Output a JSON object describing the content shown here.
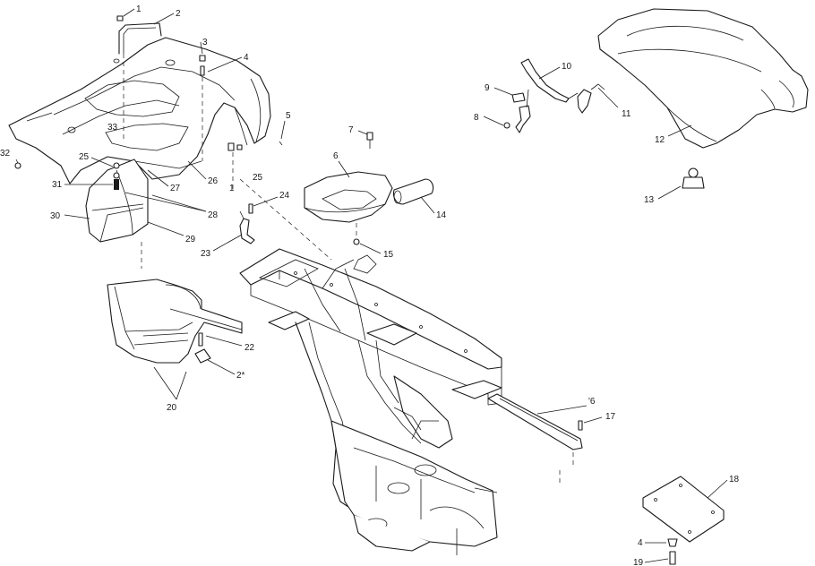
{
  "diagram": {
    "callouts": [
      {
        "id": "c1",
        "text": "1"
      },
      {
        "id": "c2",
        "text": "2"
      },
      {
        "id": "c3",
        "text": "3"
      },
      {
        "id": "c4a",
        "text": "4"
      },
      {
        "id": "c5",
        "text": "5"
      },
      {
        "id": "c33",
        "text": "33"
      },
      {
        "id": "c32",
        "text": "32"
      },
      {
        "id": "c25a",
        "text": "25"
      },
      {
        "id": "c31",
        "text": "31"
      },
      {
        "id": "c27",
        "text": "27"
      },
      {
        "id": "c26",
        "text": "26"
      },
      {
        "id": "c25b",
        "text": "25"
      },
      {
        "id": "c1b",
        "text": "1"
      },
      {
        "id": "c28",
        "text": "28"
      },
      {
        "id": "c30",
        "text": "30"
      },
      {
        "id": "c29",
        "text": "29"
      },
      {
        "id": "c24",
        "text": "24"
      },
      {
        "id": "c23",
        "text": "23"
      },
      {
        "id": "c7",
        "text": "7"
      },
      {
        "id": "c6a",
        "text": "6"
      },
      {
        "id": "c14",
        "text": "14"
      },
      {
        "id": "c15",
        "text": "15"
      },
      {
        "id": "c9",
        "text": "9"
      },
      {
        "id": "c10",
        "text": "10"
      },
      {
        "id": "c8",
        "text": "8"
      },
      {
        "id": "c11",
        "text": "11"
      },
      {
        "id": "c12",
        "text": "12"
      },
      {
        "id": "c13",
        "text": "13"
      },
      {
        "id": "c22",
        "text": "22"
      },
      {
        "id": "c21",
        "text": "2*"
      },
      {
        "id": "c20",
        "text": "20"
      },
      {
        "id": "c16",
        "text": "'6"
      },
      {
        "id": "c17",
        "text": "17"
      },
      {
        "id": "c18",
        "text": "18"
      },
      {
        "id": "c4b",
        "text": "4"
      },
      {
        "id": "c19",
        "text": "19"
      }
    ]
  }
}
